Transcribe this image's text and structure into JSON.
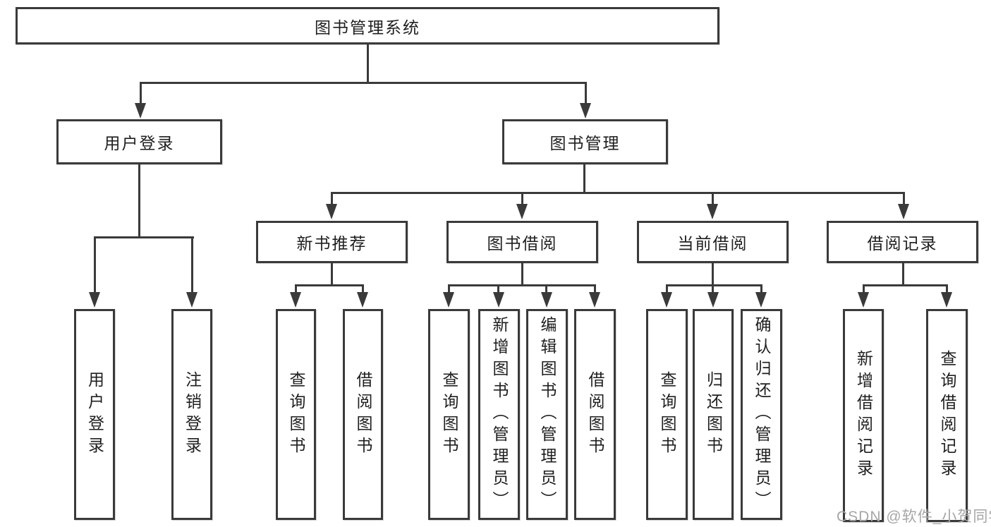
{
  "tree": {
    "root": "图书管理系统",
    "user_login": "用户登录",
    "book_mgmt": "图书管理",
    "user_login_children": {
      "login": "用户登录",
      "logout": "注销登录"
    },
    "new_book": "新书推荐",
    "new_book_children": {
      "query": "查询图书",
      "borrow": "借阅图书"
    },
    "book_borrow": "图书借阅",
    "book_borrow_children": {
      "query": "查询图书",
      "add": "新增图书（管理员）",
      "edit": "编辑图书（管理员）",
      "borrow": "借阅图书"
    },
    "current_borrow": "当前借阅",
    "current_borrow_children": {
      "query": "查询图书",
      "return": "归还图书",
      "confirm": "确认归还（管理员）"
    },
    "borrow_record": "借阅记录",
    "borrow_record_children": {
      "add": "新增借阅记录",
      "query": "查询借阅记录"
    }
  },
  "watermark": "CSDN @软件_小贺同学",
  "colors": {
    "line": "#3a3a3a",
    "text": "#1f1f1f",
    "watermark": "#a6a6a6",
    "background": "#ffffff"
  }
}
